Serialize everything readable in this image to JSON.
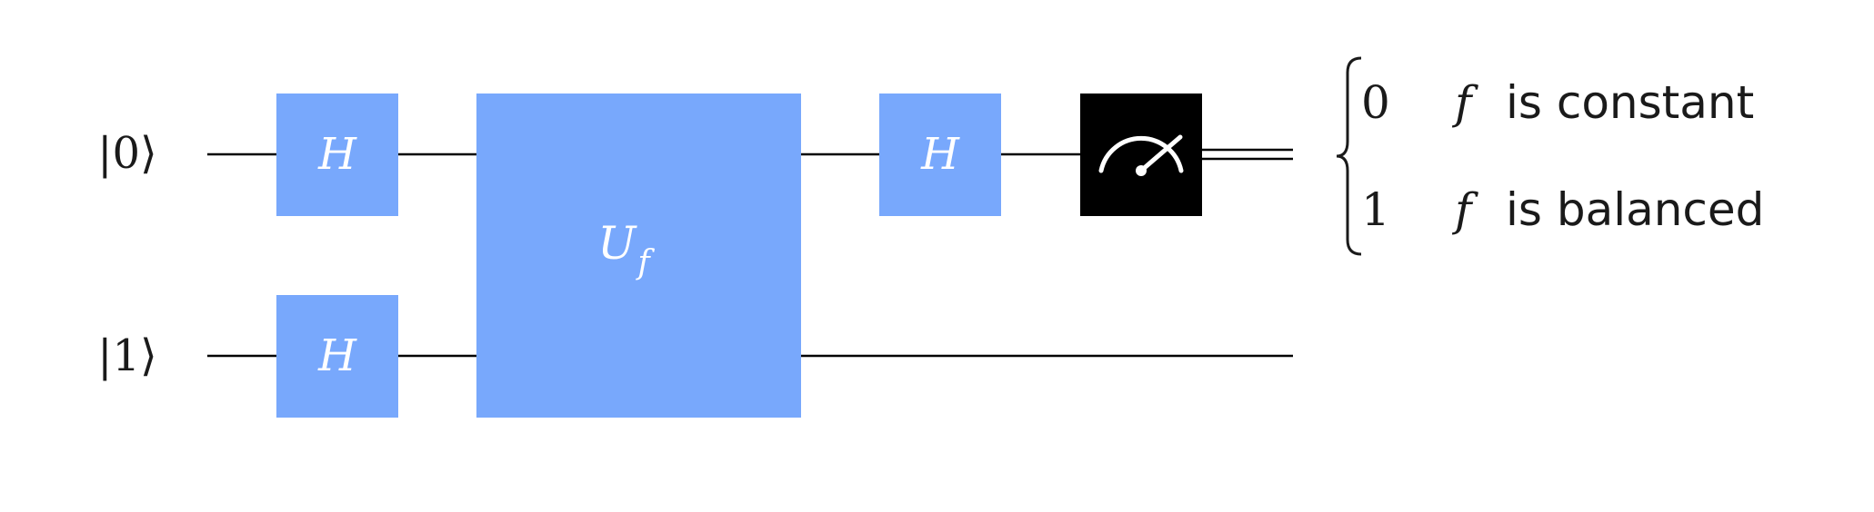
{
  "qubits": [
    {
      "label": "|0⟩"
    },
    {
      "label": "|1⟩"
    }
  ],
  "gates": {
    "h_label": "H",
    "oracle_label": "U",
    "oracle_subscript": "f"
  },
  "outcome": {
    "rows": [
      {
        "value": "0",
        "var": "f",
        "text": "is constant"
      },
      {
        "value": "1",
        "var": "f",
        "text": "is balanced"
      }
    ]
  },
  "colors": {
    "gate_fill": "#78a8fc",
    "gate_text": "#ffffff",
    "wire": "#000000",
    "measure_fill": "#000000",
    "measure_icon": "#ffffff",
    "text": "#1a1a1a"
  }
}
